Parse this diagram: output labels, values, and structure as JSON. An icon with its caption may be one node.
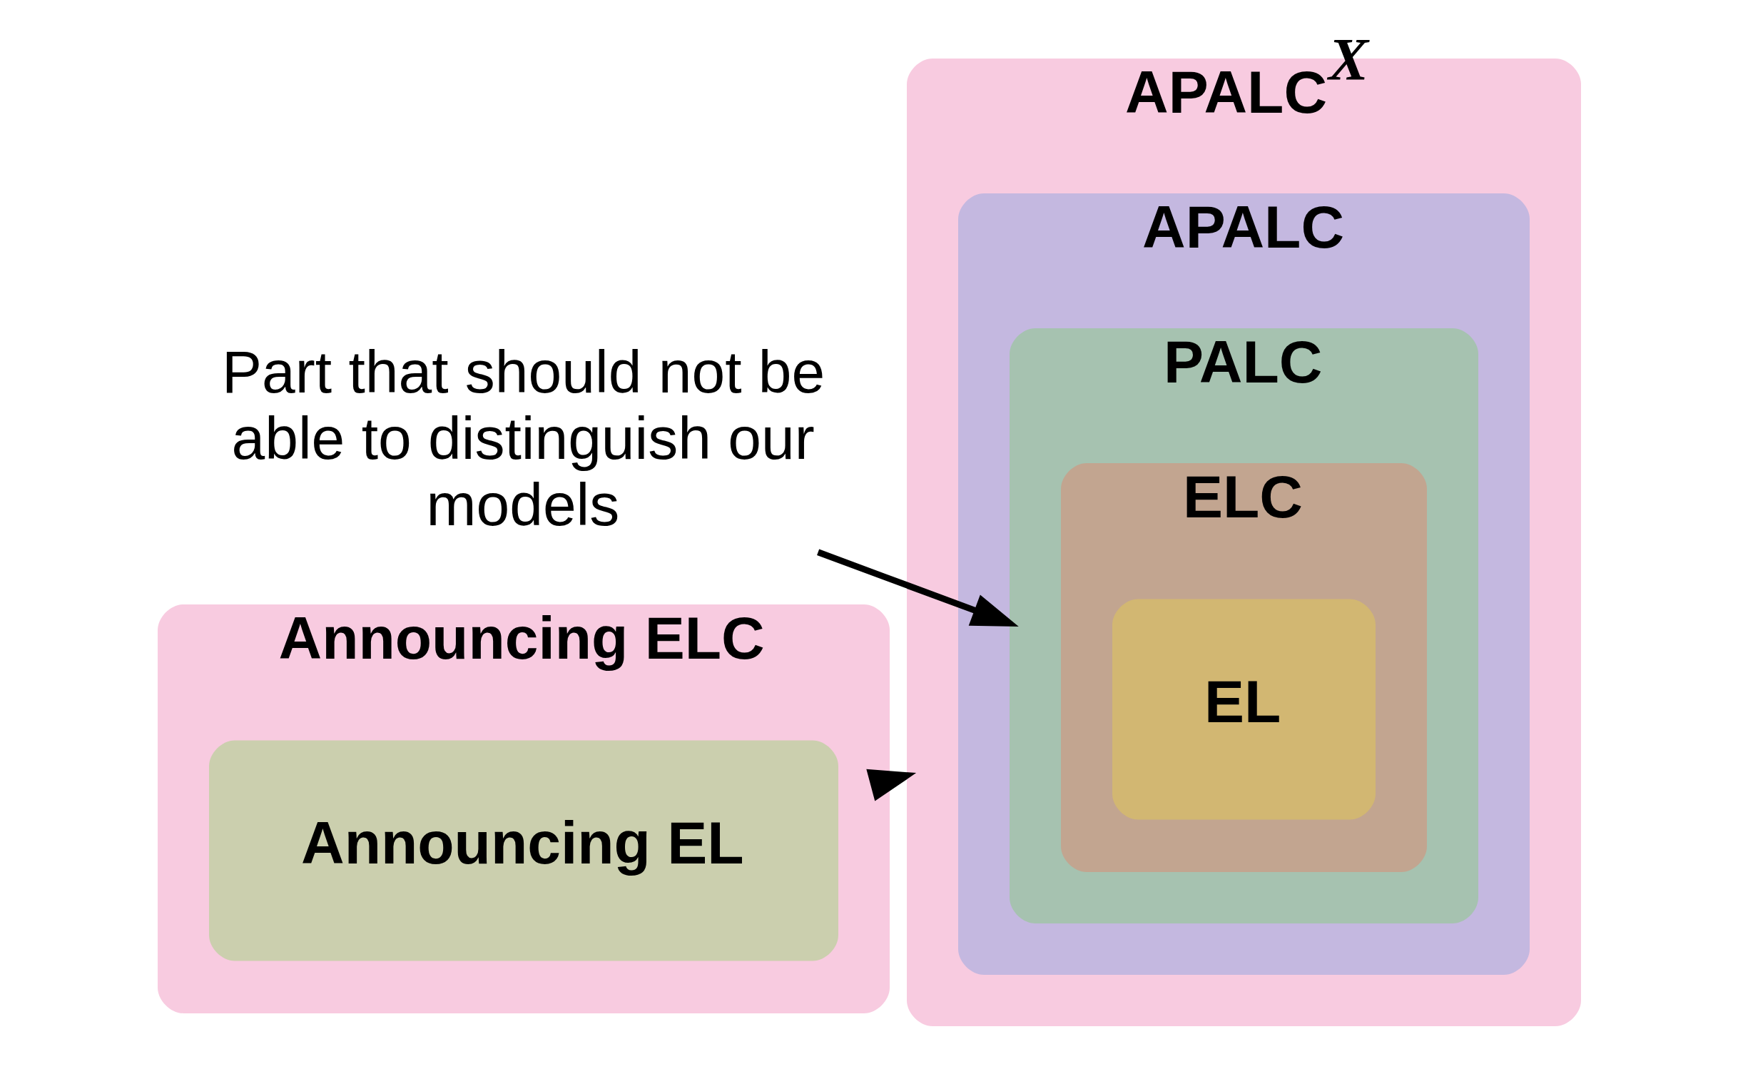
{
  "diagram": {
    "nodes": [
      {
        "text": [
          "APALC$^{X}$"
        ]
      },
      {
        "text": [
          "APALC"
        ],
        "in": 0
      },
      {
        "text": [
          "PALC"
        ],
        "in": 1
      },
      {
        "text": [
          "ELC"
        ],
        "in": 2
      },
      {
        "text": [
          "EL"
        ],
        "in": 3
      },
      {
        "text": [
          "Part that should not be able to distinguish our models"
        ]
      },
      {
        "text": [
          "Announcing ELC"
        ]
      },
      {
        "text": [
          "Announcing EL"
        ],
        "in": 6
      }
    ],
    "edges": [
      {
        "from": 5,
        "to": 2,
        "arrow": "to"
      },
      {
        "from": 6,
        "to": 0,
        "arrow": "to"
      }
    ]
  }
}
